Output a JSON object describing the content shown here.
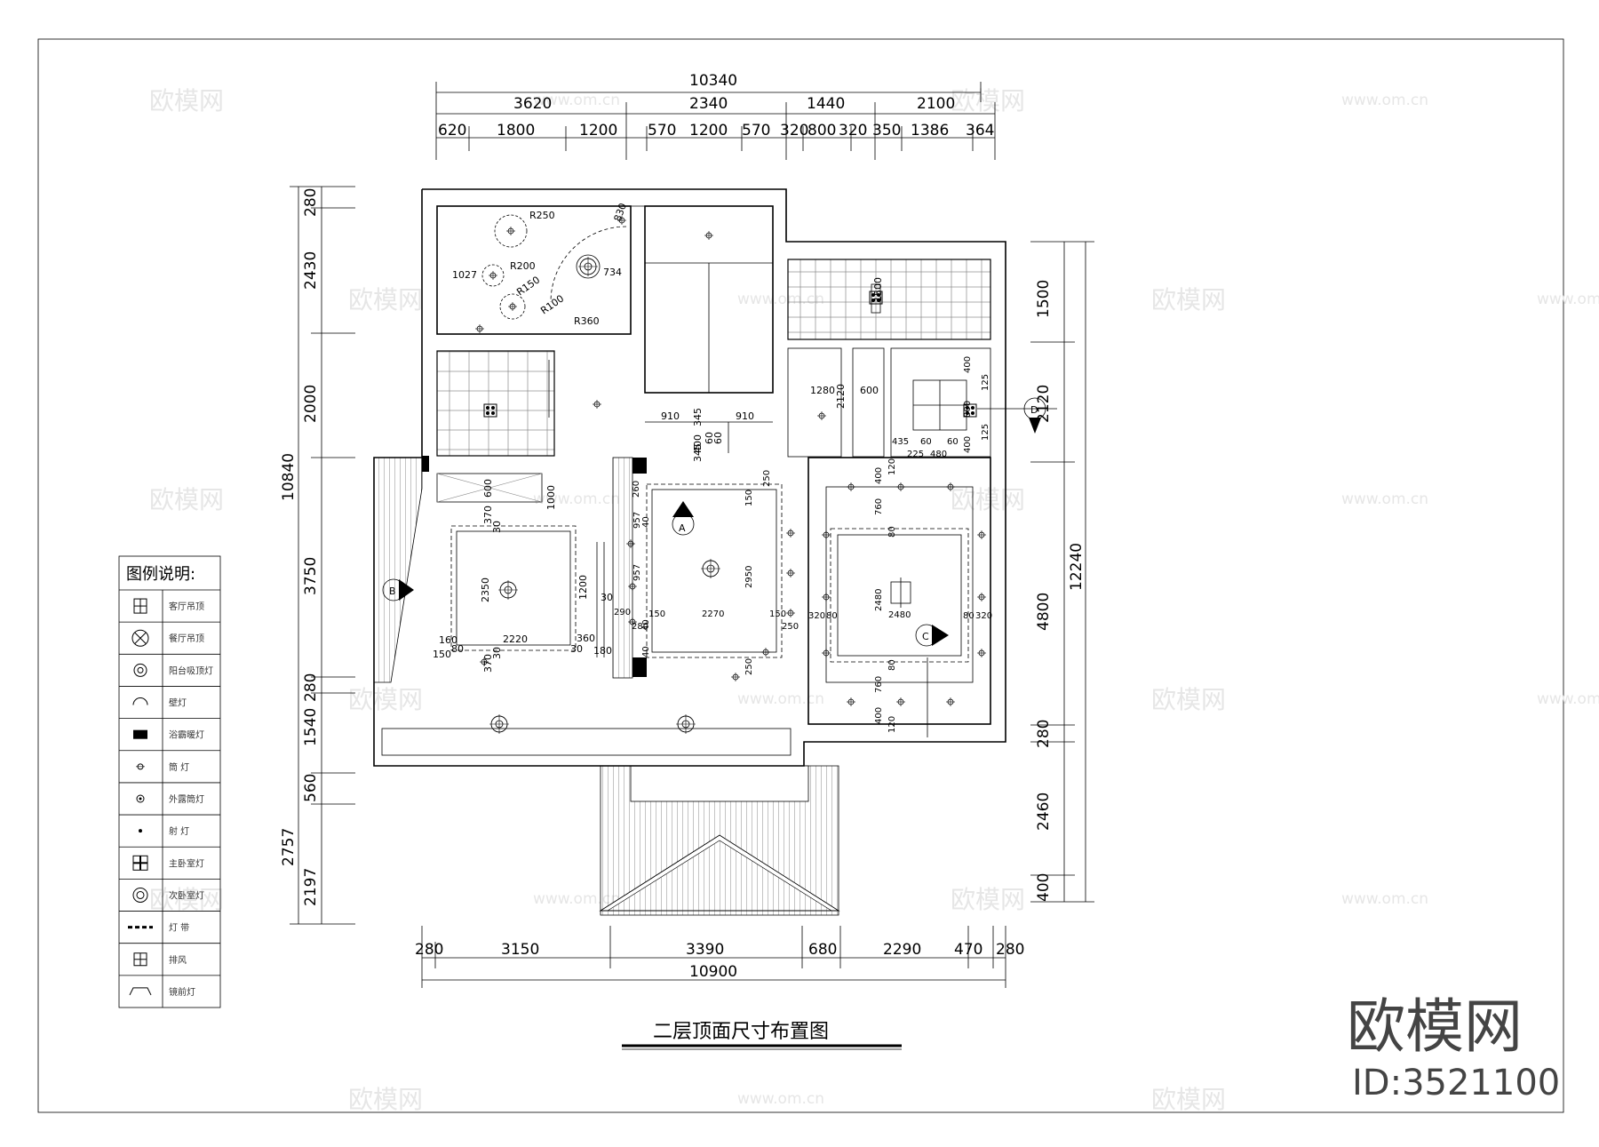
{
  "watermark": {
    "brand": "欧模网",
    "url": "www.om.cn"
  },
  "branding": {
    "logo_text": "欧模网",
    "id_text": "ID:3521100"
  },
  "caption": "二层顶面尺寸布置图",
  "dims": {
    "top_total": "10340",
    "top_mid": [
      "3620",
      "2340",
      "1440",
      "2100"
    ],
    "top_fine": [
      "620",
      "1800",
      "1200",
      "570",
      "1200",
      "570",
      "320",
      "800",
      "320",
      "350",
      "1386",
      "364"
    ],
    "bottom_fine": [
      "280",
      "3150",
      "3390",
      "680",
      "2290",
      "470",
      "280"
    ],
    "bottom_total": "10900",
    "left_total": "10840",
    "left_fine": [
      "280",
      "2430",
      "2000",
      "3750",
      "280",
      "1540",
      "560",
      "2197"
    ],
    "left_extra": "2757",
    "right_total": "12240",
    "right_fine": [
      "1500",
      "2120",
      "4800",
      "280",
      "2460",
      "400"
    ]
  },
  "interior": {
    "study": [
      "R250",
      "830",
      "1027",
      "R200",
      "734",
      "R150",
      "R100",
      "R360"
    ],
    "hall": [
      "910",
      "345",
      "400",
      "345",
      "910",
      "60",
      "60"
    ],
    "kitchen": [
      "1500",
      "1280",
      "2120",
      "600"
    ],
    "pantry": [
      "400",
      "125",
      "800",
      "125",
      "400",
      "435",
      "60",
      "60",
      "225",
      "480"
    ],
    "bedroom_b": [
      "600",
      "370",
      "30",
      "1000",
      "2350",
      "1200",
      "2220",
      "160",
      "150",
      "80",
      "30",
      "370",
      "30",
      "360",
      "180",
      "30"
    ],
    "bedroom_a": [
      "260",
      "250",
      "150",
      "957",
      "40",
      "957",
      "2950",
      "290",
      "150",
      "2270",
      "150",
      "280",
      "250",
      "40",
      "40",
      "250"
    ],
    "living": [
      "400",
      "120",
      "760",
      "80",
      "2480",
      "2480",
      "320",
      "80",
      "80",
      "320",
      "80",
      "760",
      "400",
      "120"
    ],
    "markers": [
      "A",
      "B",
      "C",
      "D"
    ]
  },
  "legend": {
    "title": "图例说明:",
    "items": [
      {
        "icon": "grid-ceiling-lamp-icon",
        "label": "客厅吊顶"
      },
      {
        "icon": "cross-circle-lamp-icon",
        "label": "餐厅吊顶"
      },
      {
        "icon": "ceiling-lamp-icon",
        "label": "阳台吸顶灯"
      },
      {
        "icon": "wall-lamp-icon",
        "label": "壁灯"
      },
      {
        "icon": "bath-heater-icon",
        "label": "浴霸暖灯"
      },
      {
        "icon": "downlight-icon",
        "label": "筒 灯"
      },
      {
        "icon": "surface-downlight-icon",
        "label": "外露筒灯"
      },
      {
        "icon": "spotlight-icon",
        "label": "射 灯"
      },
      {
        "icon": "chandelier-icon",
        "label": "主卧室灯"
      },
      {
        "icon": "pendant-icon",
        "label": "次卧室灯"
      },
      {
        "icon": "light-strip-icon",
        "label": "灯 带"
      },
      {
        "icon": "exhaust-fan-icon",
        "label": "排风"
      },
      {
        "icon": "mirror-light-icon",
        "label": "镜前灯"
      }
    ]
  }
}
